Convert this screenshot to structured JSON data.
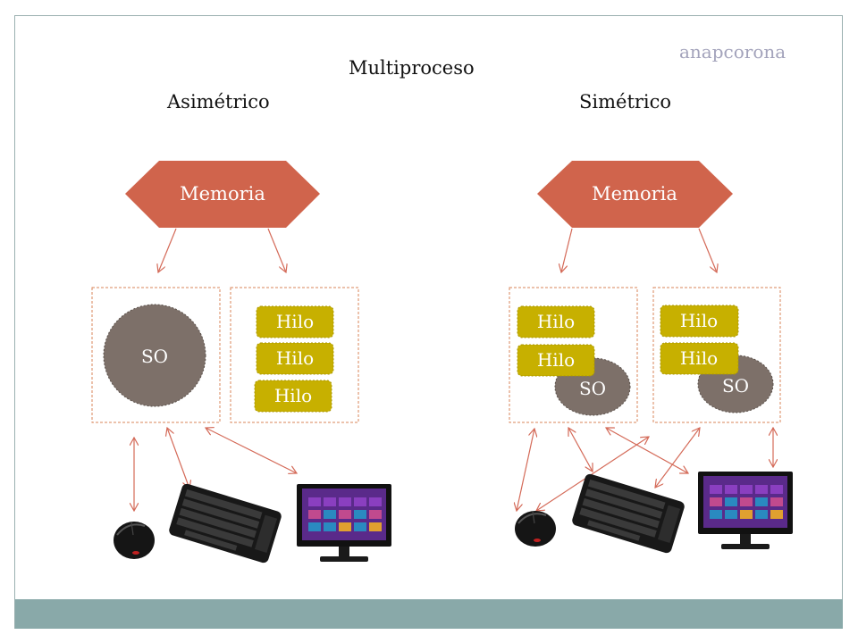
{
  "author": "anapcorona",
  "title": "Multiproceso",
  "left": {
    "heading": "Asimétrico",
    "memory": "Memoria",
    "so": "SO",
    "threads": [
      "Hilo",
      "Hilo",
      "Hilo"
    ]
  },
  "right": {
    "heading": "Simétrico",
    "memory": "Memoria",
    "cpu1": {
      "threads": [
        "Hilo",
        "Hilo"
      ],
      "so": "SO"
    },
    "cpu2": {
      "threads": [
        "Hilo",
        "Hilo"
      ],
      "so": "SO"
    }
  },
  "devices": [
    "mouse-icon",
    "keyboard-icon",
    "monitor-icon"
  ],
  "colors": {
    "memory": "#d0644c",
    "thread": "#c7b000",
    "so": "#7d7069",
    "arrow": "#d46a58",
    "footer": "#89a9a9",
    "author": "#a3a3bb"
  }
}
